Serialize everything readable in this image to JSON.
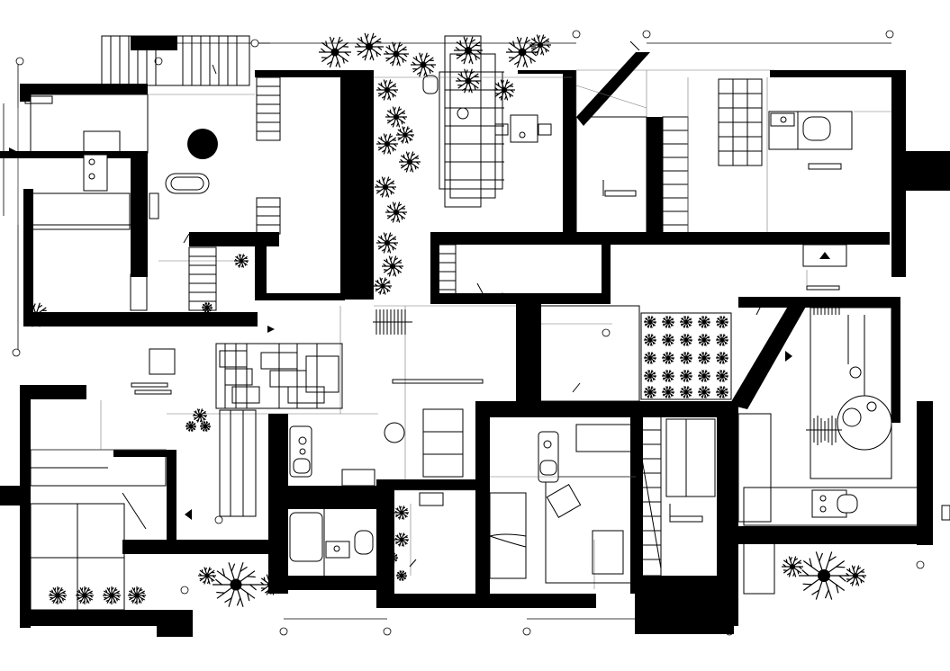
{
  "drawing": {
    "type": "architectural floor plan",
    "background": "#ffffff",
    "ink": "#000000"
  },
  "icons": {
    "tree": "tree-symbol",
    "shrub": "shrub-symbol",
    "stair": "stair-symbol",
    "arrow": "arrow-symbol"
  }
}
